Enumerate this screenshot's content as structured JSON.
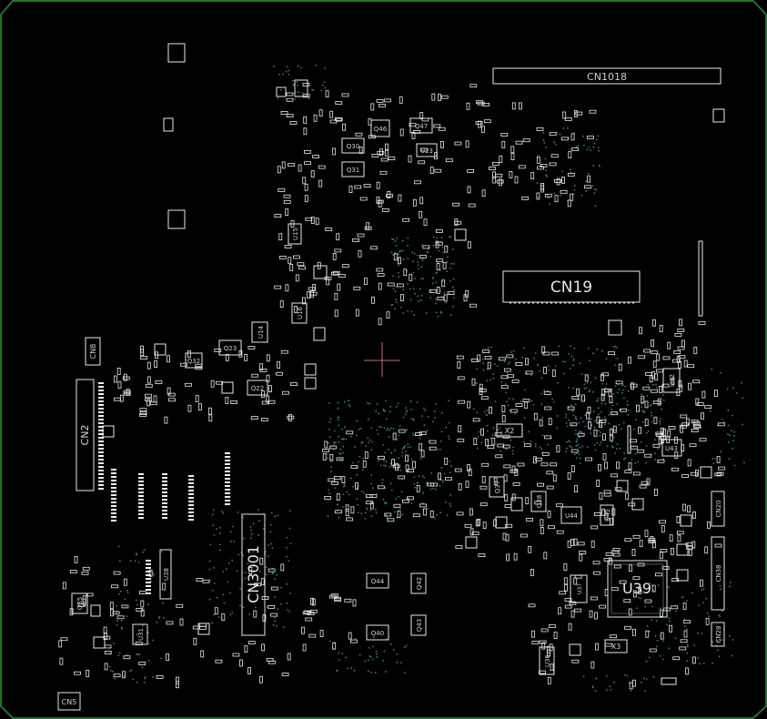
{
  "board": {
    "outline_color": "#2f6b2f",
    "background": "#000000",
    "silk_color": "#e8e8e8",
    "via_color": "#3a7f86",
    "cursor_color": "#c07070"
  },
  "labels": {
    "cn1018": "CN1018",
    "cn19": "CN19",
    "cn3001": "CN3001",
    "cn2": "CN2",
    "cn8": "CN8",
    "cn5": "CN5",
    "u39": "U39",
    "x2": "X2",
    "x3": "X3",
    "u23": "U23",
    "u38": "U38",
    "u15": "U15",
    "q23": "Q23",
    "q22": "Q22",
    "q30": "Q30",
    "q31": "Q31",
    "q32": "Q32",
    "q35": "Q35",
    "q37": "Q37",
    "q38": "Q38",
    "q40": "Q40",
    "q42": "Q42",
    "q43": "Q43",
    "q44": "Q44",
    "q46": "Q46",
    "q47": "Q47",
    "u36": "U36",
    "u37": "U37",
    "u42": "U42",
    "u43": "U43",
    "u44": "U44",
    "u45": "U45",
    "u14": "U14",
    "u16": "U16",
    "u31": "U31",
    "cn20": "CN20",
    "cn38": "CN38",
    "cn28": "CN28"
  }
}
